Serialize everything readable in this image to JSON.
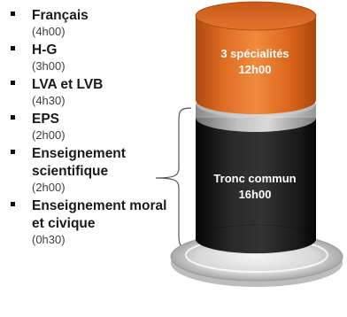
{
  "subjects": [
    {
      "name": "Français",
      "hours": "(4h00)"
    },
    {
      "name": "H-G",
      "hours": "(3h00)"
    },
    {
      "name": "LVA et LVB",
      "hours": "(4h30)"
    },
    {
      "name": "EPS",
      "hours": "(2h00)"
    },
    {
      "name": "Enseignement scientifique",
      "hours": "(2h00)"
    },
    {
      "name": "Enseignement moral et civique",
      "hours": "(0h30)"
    }
  ],
  "segments": {
    "top": {
      "line1": "3 spécialités",
      "line2": "12h00",
      "color": "#e8722a"
    },
    "bottom": {
      "line1": "Tronc commun",
      "line2": "16h00",
      "color": "#1e1e1e"
    }
  }
}
